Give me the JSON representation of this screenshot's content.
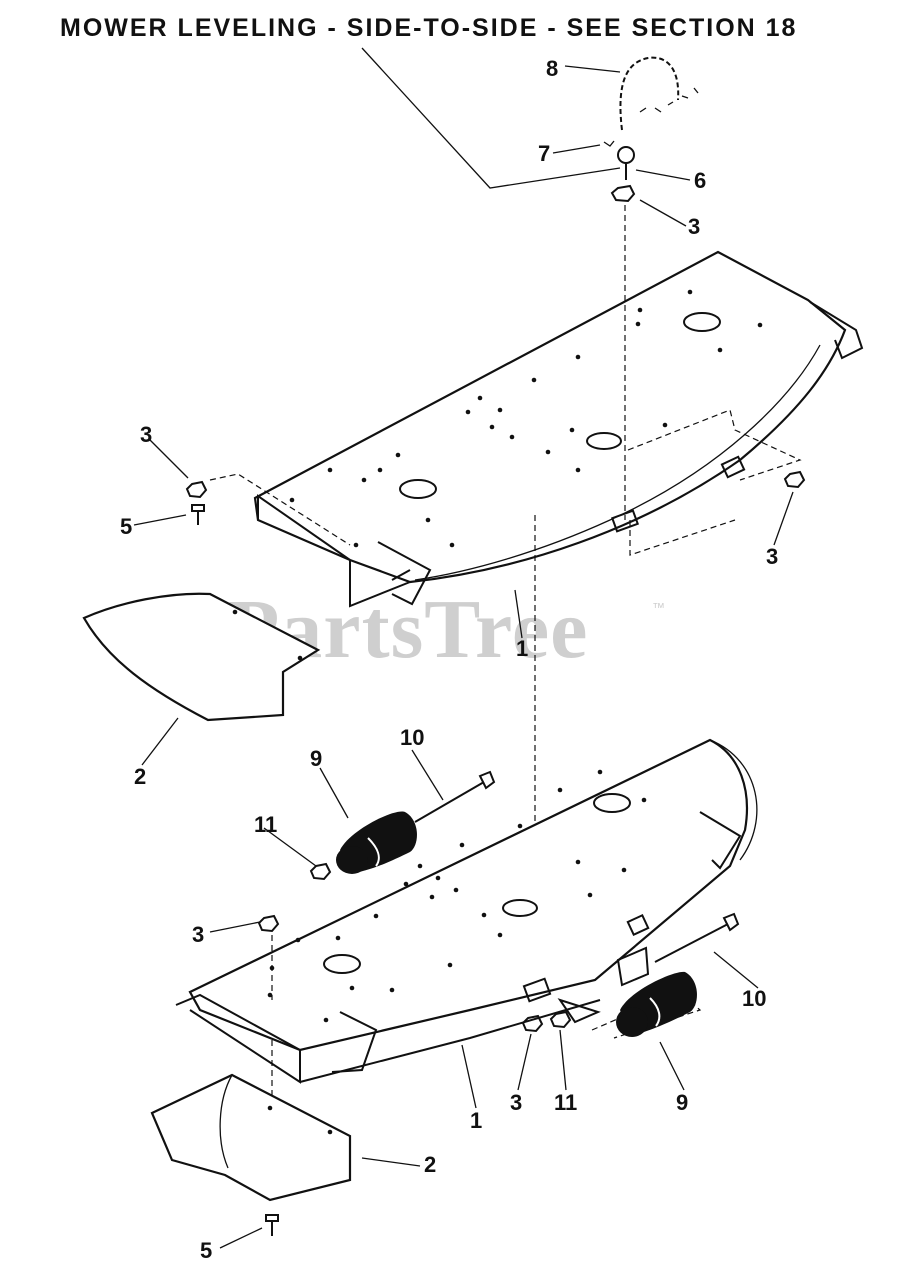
{
  "header": {
    "title": "MOWER LEVELING - SIDE-TO-SIDE - SEE SECTION 18"
  },
  "watermark": {
    "text": "PartsTree",
    "trademark": "™"
  },
  "callouts": {
    "c8": "8",
    "c7": "7",
    "c6": "6",
    "c3a": "3",
    "c3b": "3",
    "c5a": "5",
    "c3c": "3",
    "c1a": "1",
    "c2a": "2",
    "c10a": "10",
    "c9a": "9",
    "c11a": "11",
    "c3d": "3",
    "c10b": "10",
    "c1b": "1",
    "c3e": "3",
    "c11b": "11",
    "c9b": "9",
    "c2b": "2",
    "c5b": "5"
  },
  "colors": {
    "ink": "#111111",
    "watermark": "#cfcfcf",
    "background": "#ffffff"
  }
}
